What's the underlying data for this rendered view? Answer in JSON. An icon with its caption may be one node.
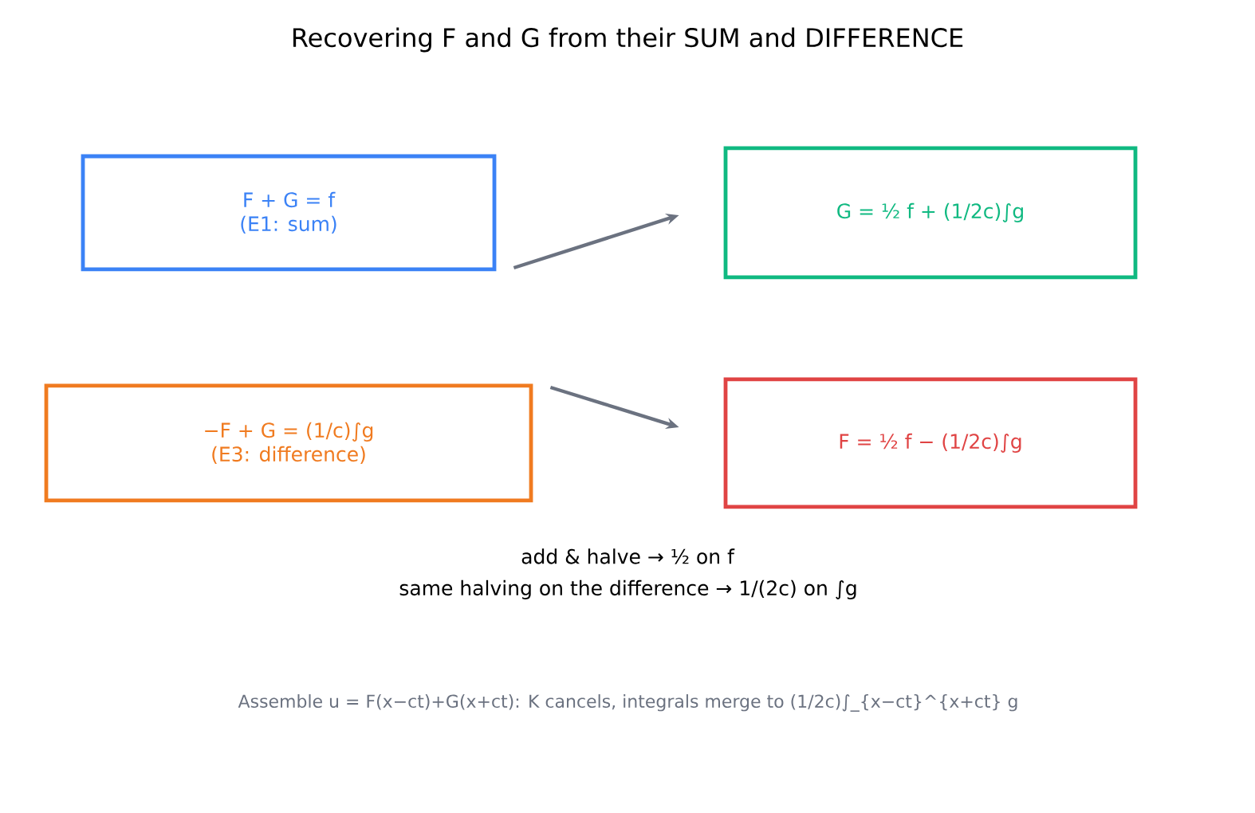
{
  "diagram": {
    "title": "Recovering F and G from their SUM and DIFFERENCE",
    "nodes": [
      {
        "text": [
          "F + G = f",
          "(E1: sum)"
        ]
      },
      {
        "text": [
          "G = ½ f + (1/2c)∫g"
        ]
      },
      {
        "text": [
          "−F + G = (1/c)∫g",
          "(E3: difference)"
        ]
      },
      {
        "text": [
          "F = ½ f − (1/2c)∫g"
        ]
      }
    ],
    "edges": [
      {
        "from": 0,
        "to": 1,
        "arrow": "to"
      },
      {
        "from": 2,
        "to": 3,
        "arrow": "to"
      }
    ],
    "labels": [
      "add & halve  →  ½  on f",
      "same halving on the difference  →  1/(2c)  on ∫g",
      "Assemble u = F(x−ct)+G(x+ct):  K cancels, integrals merge to (1/2c)∫_{x−ct}^{x+ct} g"
    ]
  }
}
